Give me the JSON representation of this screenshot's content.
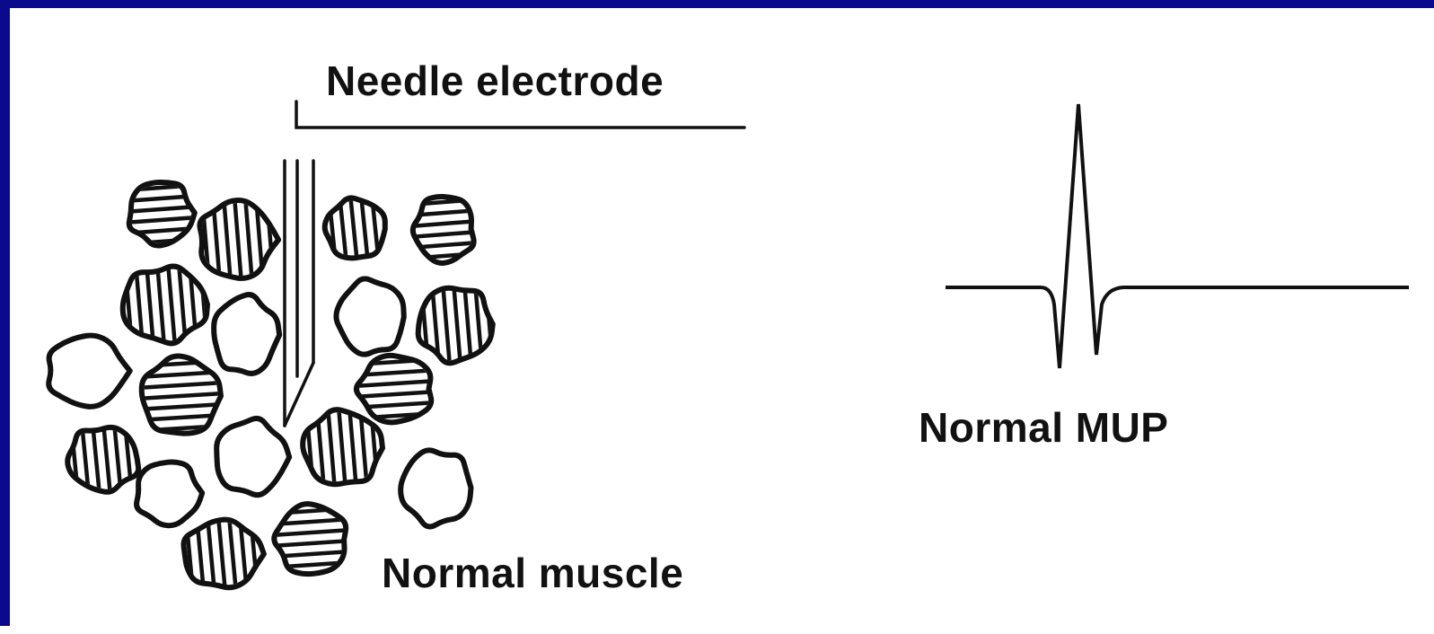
{
  "labels": {
    "needle_electrode": "Needle electrode",
    "normal_muscle": "Normal muscle",
    "normal_mup": "Normal MUP"
  },
  "colors": {
    "frame": "#0a0a8c",
    "ink": "#111111",
    "background": "#ffffff"
  }
}
